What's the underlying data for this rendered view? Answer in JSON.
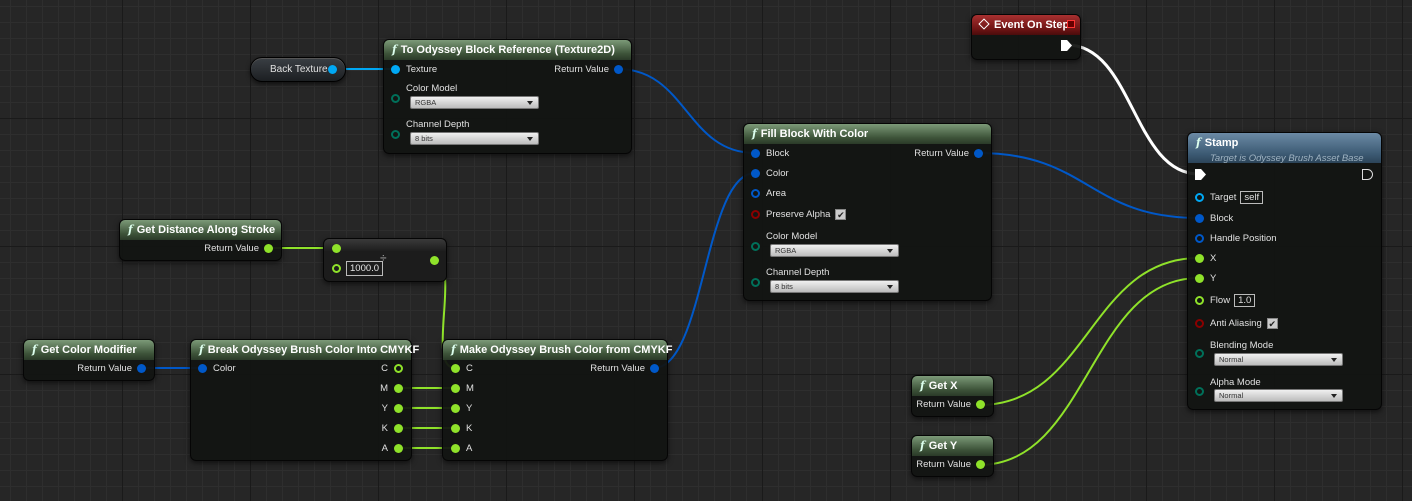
{
  "colors": {
    "object": "#00a8f4",
    "struct": "#0058c8",
    "float": "#8fe22a",
    "enum": "#00705a",
    "bool": "#8a0000",
    "exec": "#ffffff"
  },
  "back_texture": {
    "label": "Back Texture"
  },
  "to_block": {
    "title": "To Odyssey Block Reference (Texture2D)",
    "texture": "Texture",
    "return": "Return Value",
    "color_model": "Color Model",
    "color_model_value": "RGBA",
    "channel_depth": "Channel Depth",
    "channel_depth_value": "8 bits"
  },
  "fill": {
    "title": "Fill Block With Color",
    "block": "Block",
    "return": "Return Value",
    "color": "Color",
    "area": "Area",
    "preserve_alpha": "Preserve Alpha",
    "preserve_alpha_checked": true,
    "color_model": "Color Model",
    "color_model_value": "RGBA",
    "channel_depth": "Channel Depth",
    "channel_depth_value": "8 bits"
  },
  "event": {
    "title": "Event On Step"
  },
  "stamp": {
    "title": "Stamp",
    "subtitle": "Target is Odyssey Brush Asset Base",
    "target": "Target",
    "target_value": "self",
    "block": "Block",
    "handle": "Handle Position",
    "x": "X",
    "y": "Y",
    "flow": "Flow",
    "flow_value": "1.0",
    "anti": "Anti Aliasing",
    "anti_checked": true,
    "blending": "Blending Mode",
    "blending_value": "Normal",
    "alpha": "Alpha Mode",
    "alpha_value": "Normal"
  },
  "distance": {
    "title": "Get Distance Along Stroke",
    "return": "Return Value"
  },
  "divide": {
    "symbol": "÷",
    "value": "1000.0"
  },
  "color_mod": {
    "title": "Get Color Modifier",
    "return": "Return Value"
  },
  "break": {
    "title": "Break Odyssey Brush Color Into CMYKF",
    "color": "Color",
    "pins": [
      "C",
      "M",
      "Y",
      "K",
      "A"
    ]
  },
  "make": {
    "title": "Make Odyssey Brush Color from CMYKF",
    "return": "Return Value",
    "pins": [
      "C",
      "M",
      "Y",
      "K",
      "A"
    ]
  },
  "get_x": {
    "title": "Get X",
    "return": "Return Value"
  },
  "get_y": {
    "title": "Get Y",
    "return": "Return Value"
  },
  "checkmark": "✔"
}
